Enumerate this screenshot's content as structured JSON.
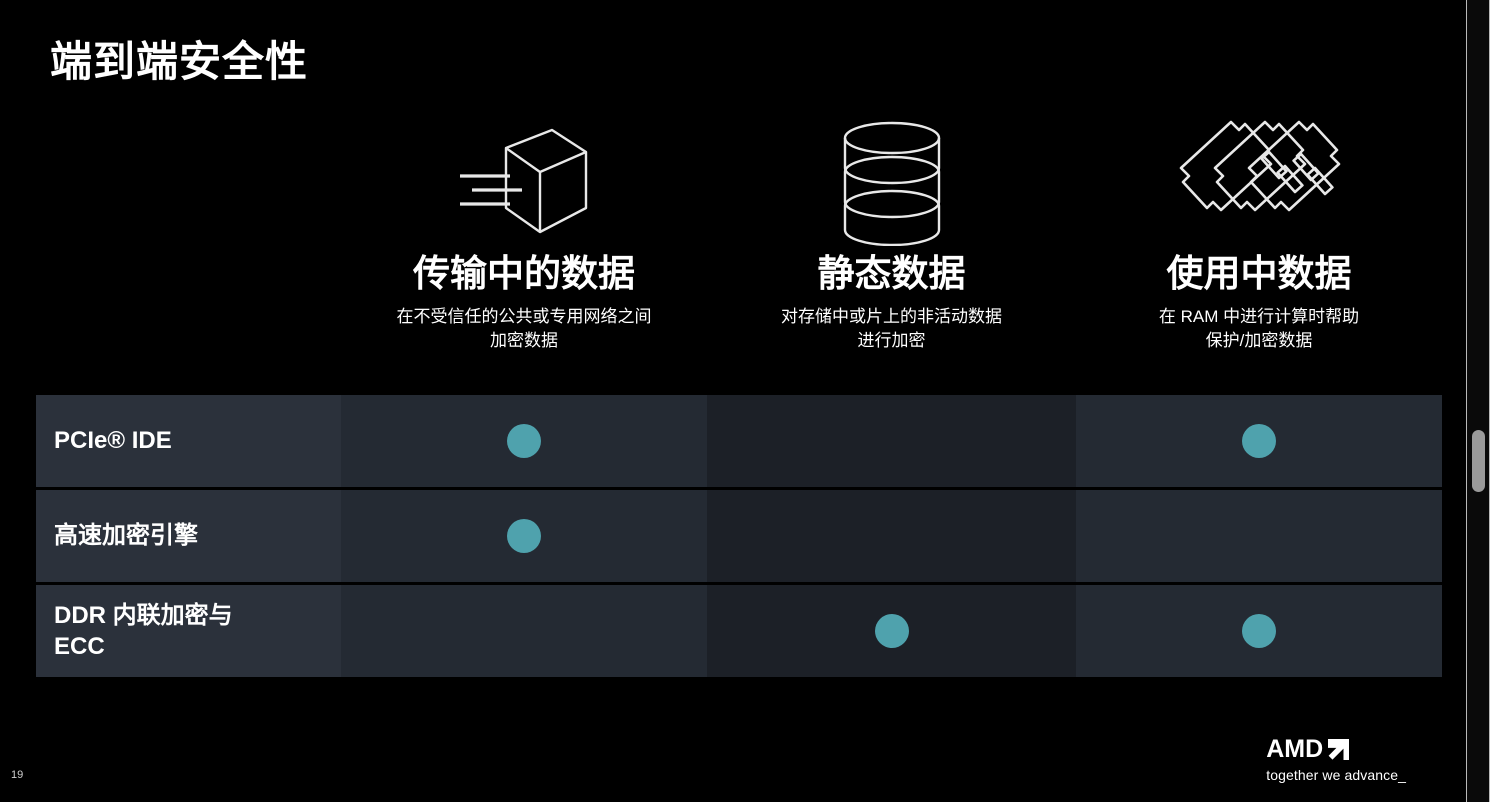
{
  "slide": {
    "title": "端到端安全性",
    "page_number": "19",
    "background_color": "#000000",
    "accent_color": "#4fa2ad"
  },
  "columns": [
    {
      "icon": "cube-in-motion-icon",
      "title": "传输中的数据",
      "subtitle": "在不受信任的公共或专用网络之间\n加密数据",
      "subtitle_line1": "在不受信任的公共或专用网络之间",
      "subtitle_line2": "加密数据"
    },
    {
      "icon": "database-stack-icon",
      "title": "静态数据",
      "subtitle": "对存储中或片上的非活动数据\n进行加密",
      "subtitle_line1": "对存储中或片上的非活动数据",
      "subtitle_line2": "进行加密"
    },
    {
      "icon": "memory-dimm-icon",
      "title": "使用中数据",
      "subtitle": "在 RAM 中进行计算时帮助\n保护/加密数据",
      "subtitle_line1": "在 RAM 中进行计算时帮助",
      "subtitle_line2": "保护/加密数据"
    }
  ],
  "matrix": {
    "column_headers": [
      "传输中的数据",
      "静态数据",
      "使用中数据"
    ],
    "rows": [
      {
        "label": "PCIe® IDE",
        "support": [
          true,
          false,
          true
        ]
      },
      {
        "label": "高速加密引擎",
        "support": [
          true,
          false,
          false
        ]
      },
      {
        "label": "DDR 内联加密与 ECC",
        "label_line1": "DDR 内联加密与",
        "label_line2": "ECC",
        "support": [
          false,
          true,
          true
        ]
      }
    ]
  },
  "footer": {
    "brand": "AMD",
    "tagline": "together we advance_"
  }
}
